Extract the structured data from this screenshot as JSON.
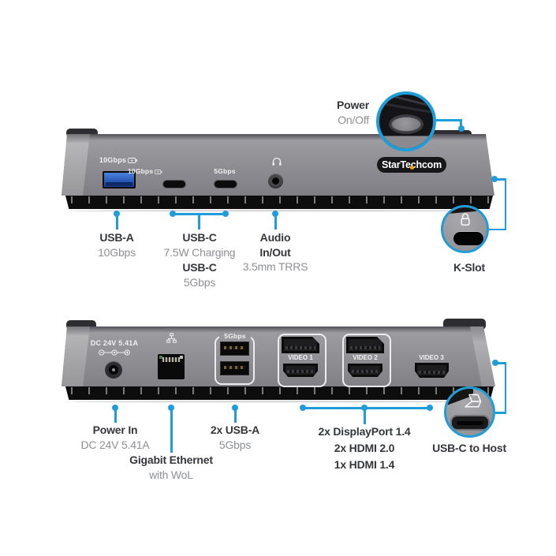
{
  "colors": {
    "accent_blue": "#209dd9",
    "label_dark": "#35373a",
    "label_gray": "#8e9093",
    "logo_dot_yellow": "#f2a71b",
    "device_gray": "#919095"
  },
  "icons": {
    "battery": "battery-charging-icon",
    "headphones": "headphones-icon",
    "ethernet": "ethernet-network-icon",
    "padlock": "padlock-icon",
    "laptop": "laptop-icon",
    "polarity": "dc-polarity-icon"
  },
  "front_view": {
    "device_markings": {
      "usb_a": "10Gbps",
      "usb_c_1": "10Gbps",
      "usb_c_2": "5Gbps"
    },
    "logo": {
      "main": "StarTech",
      "suffix": "com"
    },
    "power_callout": {
      "title": "Power",
      "subtitle": "On/Off"
    },
    "kslot_callout": {
      "title": "K-Slot"
    },
    "port_labels": {
      "usb_a": {
        "line1": "USB-A",
        "line2": "10Gbps"
      },
      "usb_c": {
        "line1": "USB-C",
        "line2": "7.5W Charging",
        "line3": "USB-C",
        "line4": "5Gbps"
      },
      "audio": {
        "line1": "Audio",
        "line2": "In/Out",
        "line3": "3.5mm TRRS"
      }
    }
  },
  "back_view": {
    "device_markings": {
      "dc": "DC 24V 5.41A",
      "usb": "5Gbps",
      "video1": "VIDEO 1",
      "video2": "VIDEO 2",
      "video3": "VIDEO 3"
    },
    "host_callout": {
      "title": "USB-C to Host"
    },
    "port_labels": {
      "power_in": {
        "line1": "Power In",
        "line2": "DC 24V 5.41A"
      },
      "ethernet": {
        "line1": "Gigabit Ethernet",
        "line2": "with WoL"
      },
      "usb_a": {
        "line1": "2x USB-A",
        "line2": "5Gbps"
      },
      "video": {
        "line1": "2x DisplayPort 1.4",
        "line2": "2x HDMI 2.0",
        "line3": "1x HDMI 1.4"
      }
    }
  }
}
